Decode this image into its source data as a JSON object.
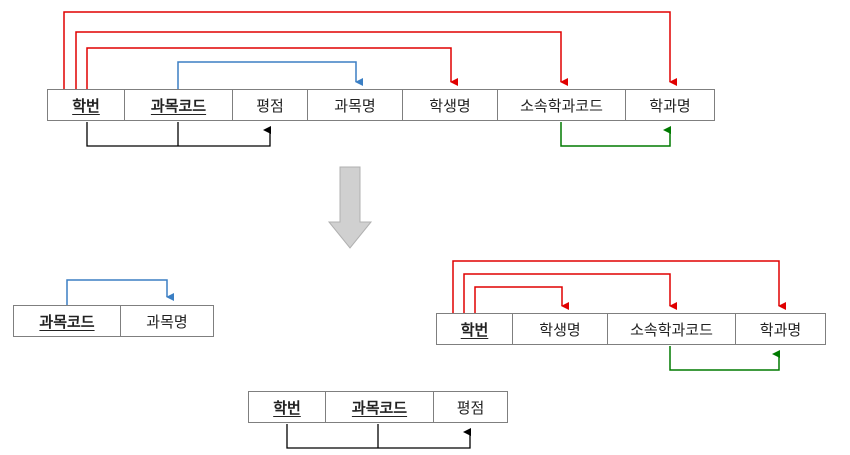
{
  "colors": {
    "full_dependency": "#e00000",
    "partial_dependency": "#3b7fc4",
    "composite_key_dependency": "#000000",
    "transitive_dependency": "#007a00",
    "big_arrow": "#d0d0d0"
  },
  "original_table": {
    "cells": [
      {
        "label": "학번",
        "key": true
      },
      {
        "label": "과목코드",
        "key": true
      },
      {
        "label": "평점",
        "key": false
      },
      {
        "label": "과목명",
        "key": false
      },
      {
        "label": "학생명",
        "key": false
      },
      {
        "label": "소속학과코드",
        "key": false
      },
      {
        "label": "학과명",
        "key": false
      }
    ]
  },
  "subject_table": {
    "cells": [
      {
        "label": "과목코드",
        "key": true
      },
      {
        "label": "과목명",
        "key": false
      }
    ]
  },
  "student_table": {
    "cells": [
      {
        "label": "학번",
        "key": true
      },
      {
        "label": "학생명",
        "key": false
      },
      {
        "label": "소속학과코드",
        "key": false
      },
      {
        "label": "학과명",
        "key": false
      }
    ]
  },
  "enrollment_table": {
    "cells": [
      {
        "label": "학번",
        "key": true
      },
      {
        "label": "과목코드",
        "key": true
      },
      {
        "label": "평점",
        "key": false
      }
    ]
  }
}
